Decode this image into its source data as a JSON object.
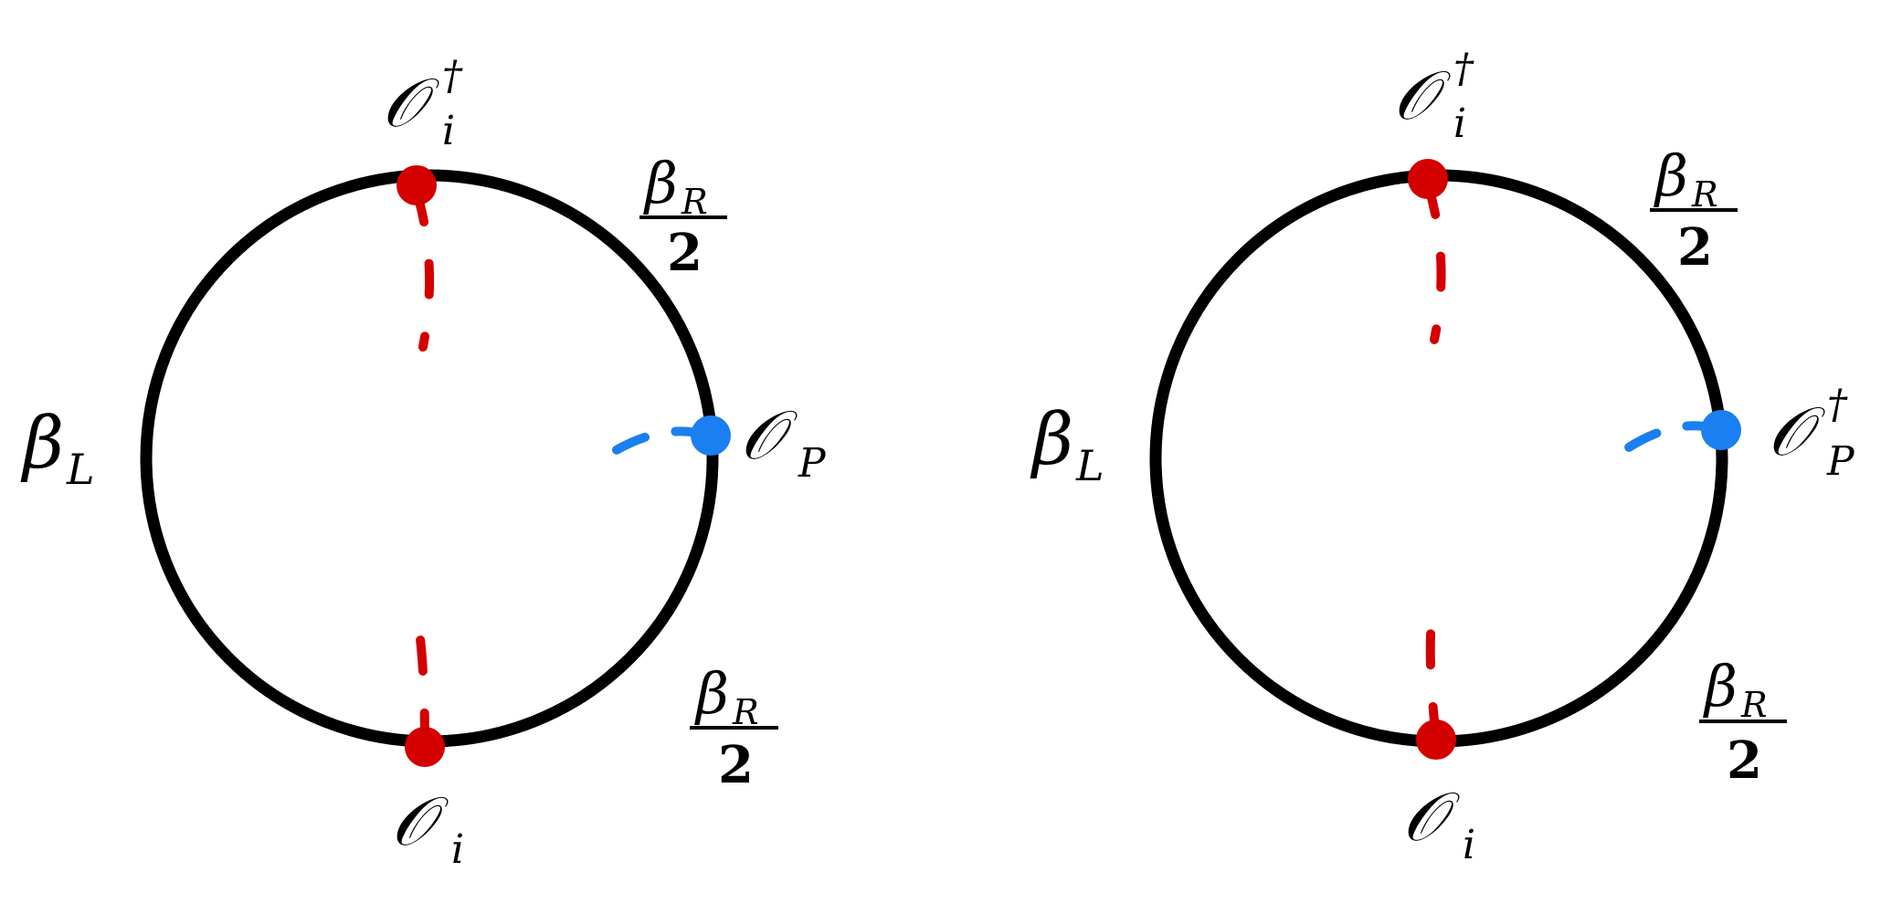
{
  "panels": [
    {
      "id": "left",
      "top_operator": {
        "base": "𝒪",
        "sub": "i",
        "sup": "†"
      },
      "bottom_operator": {
        "base": "𝒪",
        "sub": "i"
      },
      "probe_operator": {
        "base": "𝒪",
        "sub": "P",
        "sup": ""
      },
      "left_label": {
        "base": "β",
        "sub": "L"
      },
      "upper_right_fraction": {
        "num_base": "β",
        "num_sub": "R",
        "den": "2"
      },
      "lower_right_fraction": {
        "num_base": "β",
        "num_sub": "R",
        "den": "2"
      }
    },
    {
      "id": "right",
      "top_operator": {
        "base": "𝒪",
        "sub": "i",
        "sup": "†"
      },
      "bottom_operator": {
        "base": "𝒪",
        "sub": "i"
      },
      "probe_operator": {
        "base": "𝒪",
        "sub": "P",
        "sup": "†"
      },
      "left_label": {
        "base": "β",
        "sub": "L"
      },
      "upper_right_fraction": {
        "num_base": "β",
        "num_sub": "R",
        "den": "2"
      },
      "lower_right_fraction": {
        "num_base": "β",
        "num_sub": "R",
        "den": "2"
      }
    }
  ],
  "colors": {
    "circle": "#000000",
    "operator_i": "#d40000",
    "operator_p": "#1a7ff0"
  }
}
